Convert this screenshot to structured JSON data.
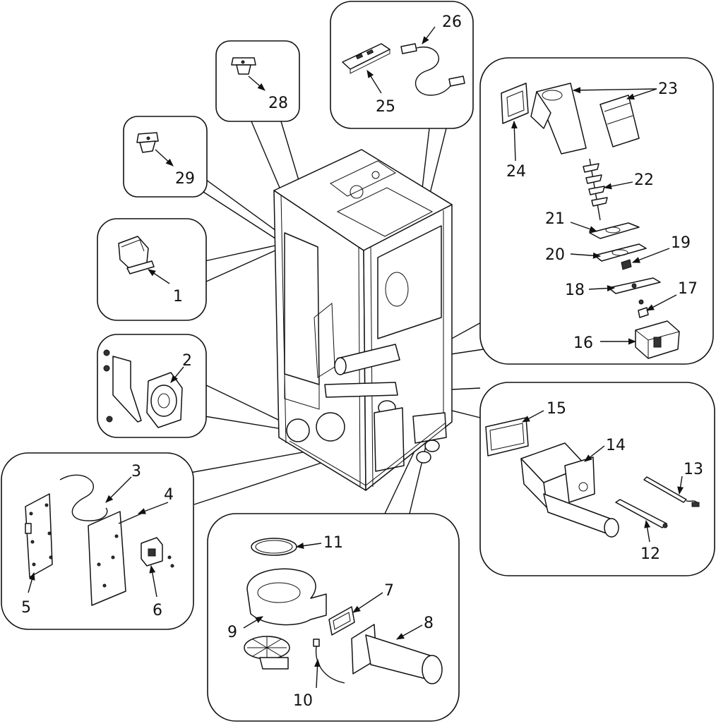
{
  "labels": {
    "p1": "1",
    "p2": "2",
    "p3": "3",
    "p4": "4",
    "p5": "5",
    "p6": "6",
    "p7": "7",
    "p8": "8",
    "p9": "9",
    "p10": "10",
    "p11": "11",
    "p12": "12",
    "p13": "13",
    "p14": "14",
    "p15": "15",
    "p16": "16",
    "p17": "17",
    "p18": "18",
    "p19": "19",
    "p20": "20",
    "p21": "21",
    "p22": "22",
    "p23": "23",
    "p24": "24",
    "p25": "25",
    "p26": "26",
    "p28": "28",
    "p29": "29"
  },
  "colors": {
    "line": "#111111",
    "background": "#ffffff"
  }
}
